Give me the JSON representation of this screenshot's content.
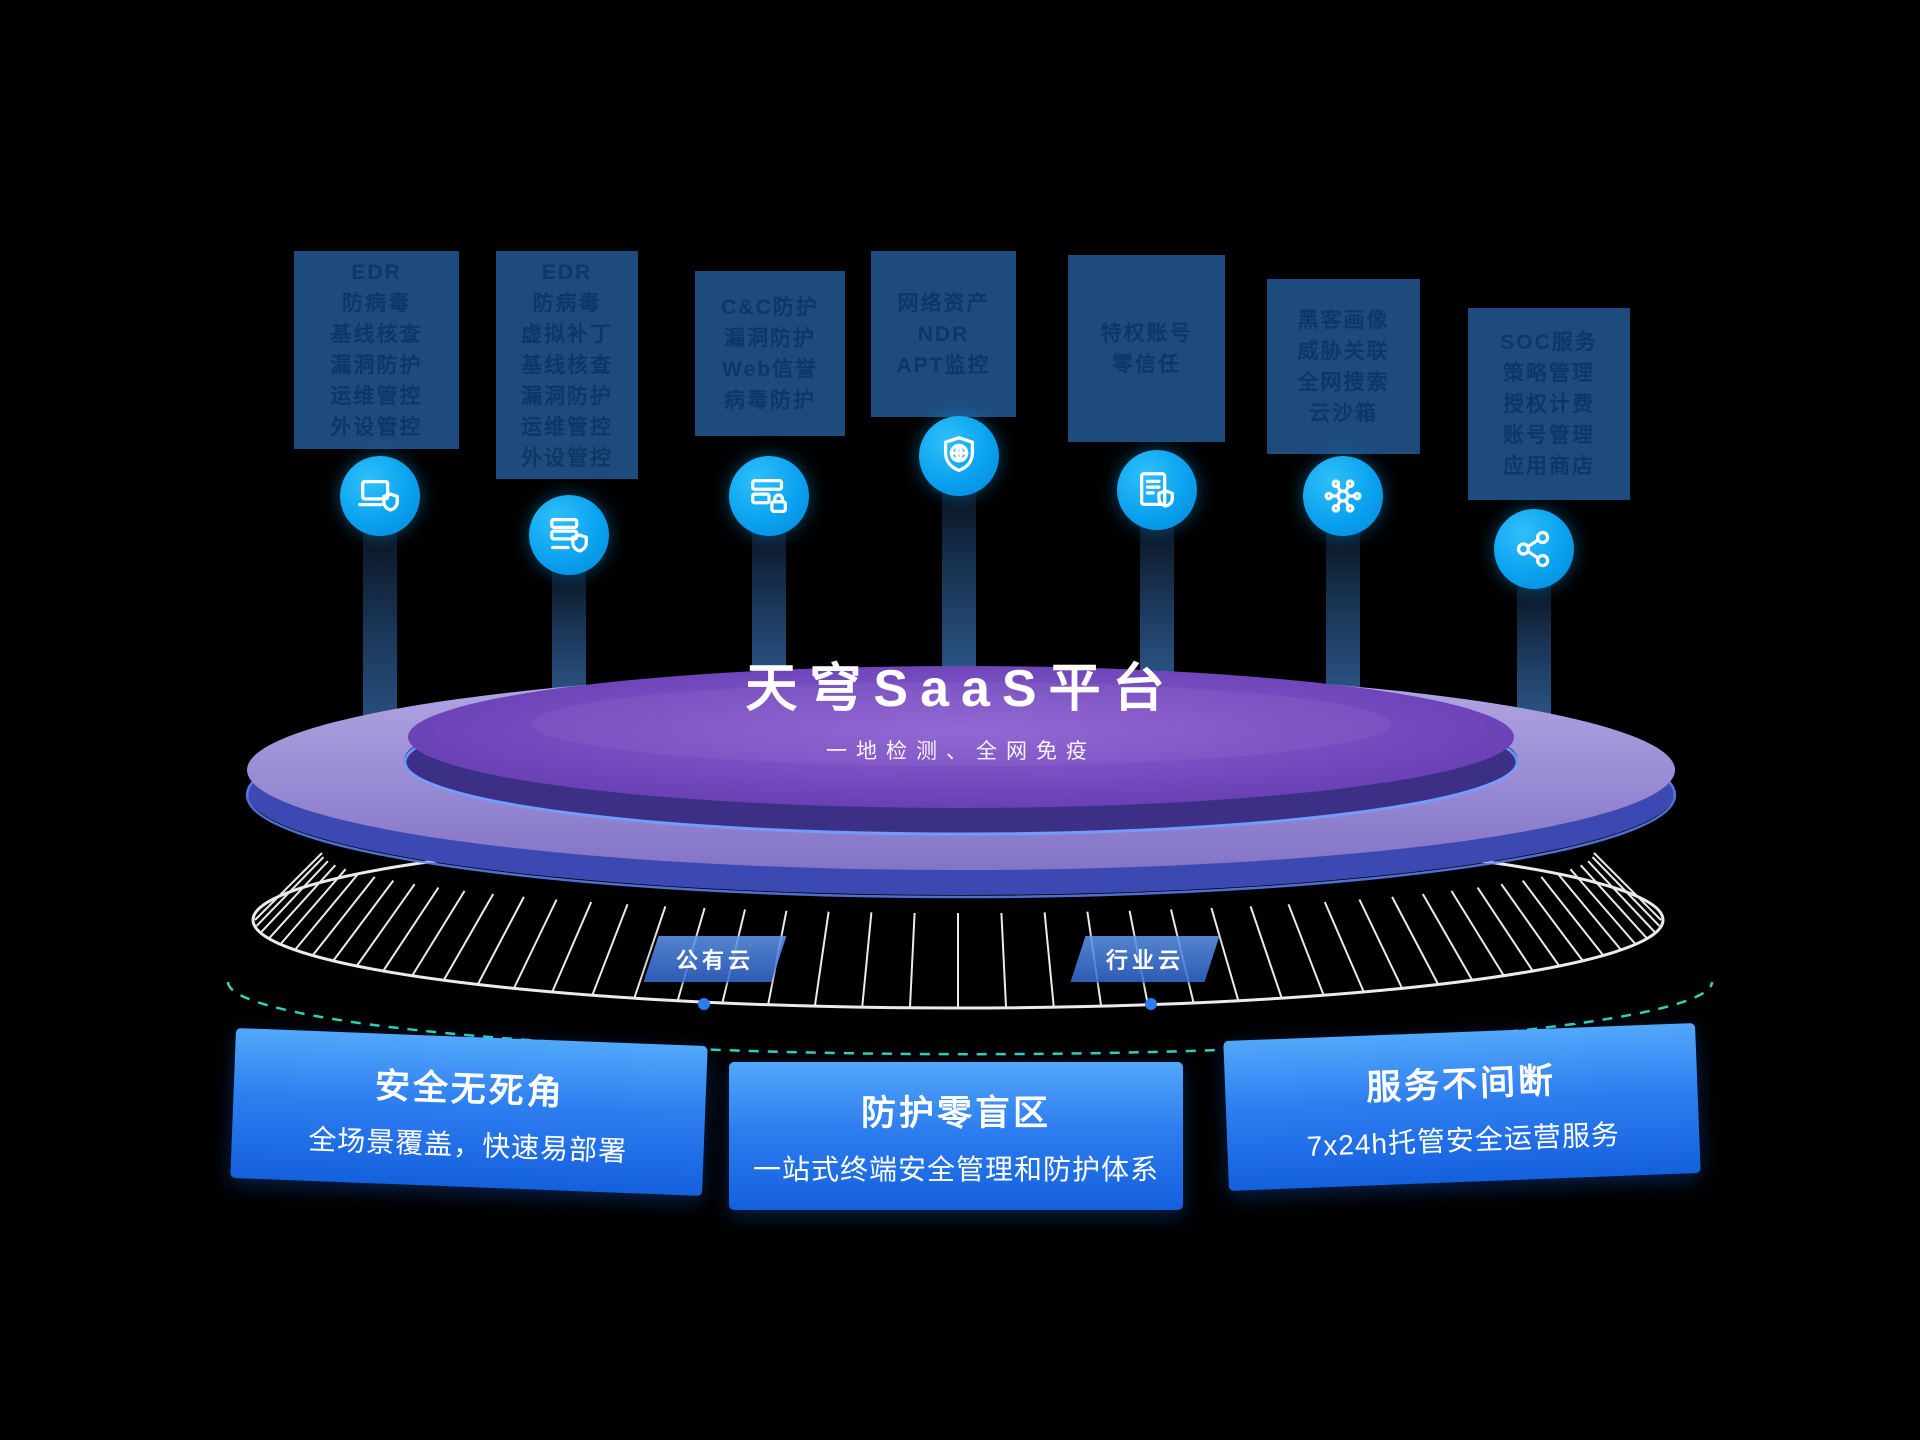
{
  "platform": {
    "title": "天穹SaaS平台",
    "subtitle": "一地检测、全网免疫"
  },
  "pillars": [
    {
      "icon": "laptop-shield-icon",
      "features": [
        "EDR",
        "防病毒",
        "基线核查",
        "漏洞防护",
        "运维管控",
        "外设管控"
      ]
    },
    {
      "icon": "server-shield-icon",
      "features": [
        "EDR",
        "防病毒",
        "虚拟补丁",
        "基线核查",
        "漏洞防护",
        "运维管控",
        "外设管控"
      ]
    },
    {
      "icon": "gateway-lock-icon",
      "features": [
        "C&C防护",
        "漏洞防护",
        "Web信誉",
        "病毒防护"
      ]
    },
    {
      "icon": "globe-shield-icon",
      "features": [
        "网络资产",
        "NDR",
        "APT监控"
      ]
    },
    {
      "icon": "credential-shield-icon",
      "features": [
        "特权账号",
        "零信任"
      ]
    },
    {
      "icon": "threat-graph-icon",
      "features": [
        "黑客画像",
        "威胁关联",
        "全网搜索",
        "云沙箱"
      ]
    },
    {
      "icon": "share-network-icon",
      "features": [
        "SOC服务",
        "策略管理",
        "授权计费",
        "账号管理",
        "应用商店"
      ]
    }
  ],
  "clouds": [
    {
      "label": "公有云"
    },
    {
      "label": "行业云"
    }
  ],
  "benefits": [
    {
      "title": "安全无死角",
      "desc": "全场景覆盖，快速易部署"
    },
    {
      "title": "防护零盲区",
      "desc": "一站式终端安全管理和防护体系"
    },
    {
      "title": "服务不间断",
      "desc": "7x24h托管安全运营服务"
    }
  ],
  "colors": {
    "background": "#000000",
    "panel": "#1e4b7e",
    "panel_text": "#0c3767",
    "icon_blue": "#0aa2f0",
    "platform_purple": "#6f46ba",
    "platform_rim_lavender": "#b4a8e4",
    "glow_blue": "#6fa0ff",
    "card_blue_top": "#52a8fa",
    "card_blue_bottom": "#1460dd",
    "dash_teal": "#35dcc3",
    "mesh_white": "#ffffff"
  }
}
